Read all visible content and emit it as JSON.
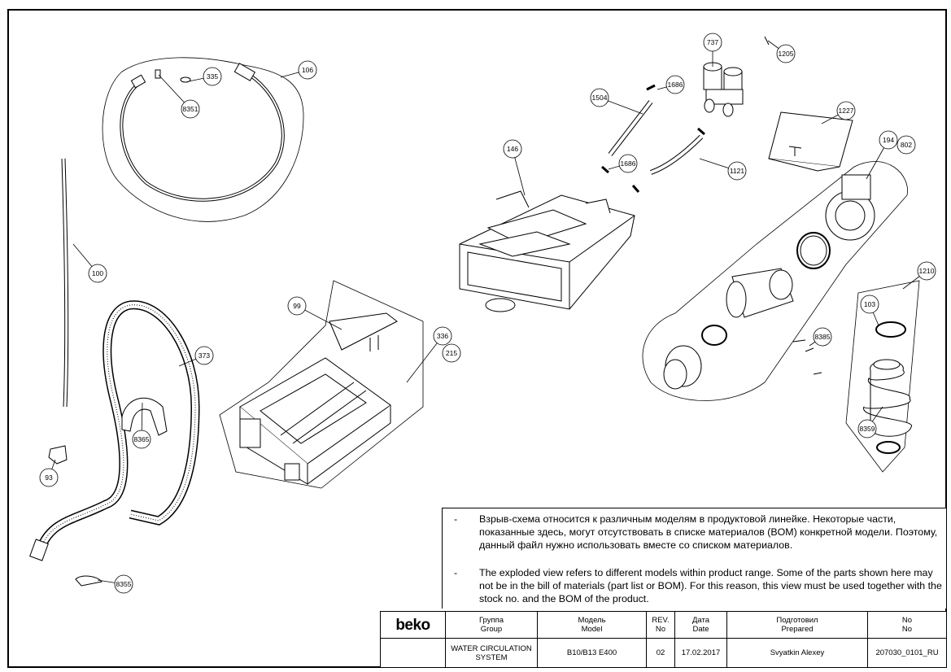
{
  "callouts": [
    "737",
    "1205",
    "335",
    "106",
    "8351",
    "1686",
    "1504",
    "1227",
    "146",
    "1686",
    "1121",
    "194",
    "802",
    "100",
    "1210",
    "99",
    "103",
    "336",
    "215",
    "8385",
    "373",
    "8365",
    "8359",
    "93",
    "8355"
  ],
  "notes": [
    {
      "dash": "-",
      "text": "Взрыв-схема относится к различным моделям в продуктовой линейке. Некоторые части, показанные здесь, могут отсутствовать в списке материалов (BOM) конкретной модели. Поэтому, данный файл нужно использовать вместе со списком материалов."
    },
    {
      "dash": "-",
      "text": "The exploded view refers to different models within product range. Some of the parts shown here may not be in the bill of materials (part list or BOM). For this reason, this view must be used together with the stock no. and the BOM of the product."
    }
  ],
  "title_block": {
    "logo": "beko",
    "headers": [
      {
        "ru": "Группа",
        "en": "Group"
      },
      {
        "ru": "Модель",
        "en": "Model"
      },
      {
        "ru": "REV.",
        "en": "No"
      },
      {
        "ru": "Дата",
        "en": "Date"
      },
      {
        "ru": "Подготовил",
        "en": "Prepared"
      },
      {
        "ru": "No",
        "en": "No"
      }
    ],
    "values": {
      "group": "WATER CIRCULATION SYSTEM",
      "model": "B10/B13 E400",
      "rev": "02",
      "date": "17.02.2017",
      "prepared": "Svyatkin Alexey",
      "doc_no": "207030_0101_RU"
    }
  }
}
